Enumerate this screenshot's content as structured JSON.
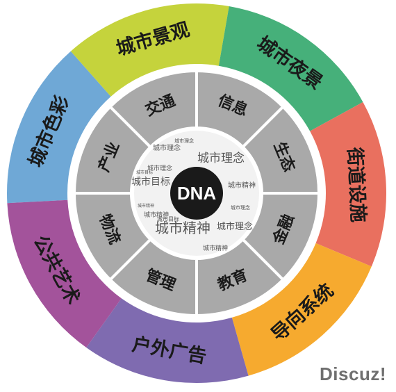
{
  "center": {
    "label": "DNA",
    "color": "#1a1a1a"
  },
  "outer_ring": [
    {
      "label": "城市色彩",
      "color": "#6fa8d6"
    },
    {
      "label": "城市景观",
      "color": "#c5d33c"
    },
    {
      "label": "城市夜景",
      "color": "#46b07a"
    },
    {
      "label": "街道设施",
      "color": "#e9705f"
    },
    {
      "label": "导向系统",
      "color": "#f6aa2f"
    },
    {
      "label": "户外广告",
      "color": "#7f6bb0"
    },
    {
      "label": "公共艺术",
      "color": "#a3539b"
    }
  ],
  "inner_ring": {
    "color": "#a9a9a9",
    "items": [
      {
        "label": "信息"
      },
      {
        "label": "生态"
      },
      {
        "label": "金融"
      },
      {
        "label": "教育"
      },
      {
        "label": "管理"
      },
      {
        "label": "物流"
      },
      {
        "label": "产业"
      },
      {
        "label": "交通"
      }
    ]
  },
  "word_cloud": {
    "background": "#f2f2f2",
    "words": [
      {
        "text": "城市理念",
        "size": 17
      },
      {
        "text": "城市目标",
        "size": 14
      },
      {
        "text": "城市精神",
        "size": 20
      },
      {
        "text": "城市理念",
        "size": 13
      },
      {
        "text": "城市精神",
        "size": 10
      },
      {
        "text": "城市理念",
        "size": 10
      },
      {
        "text": "城市目标",
        "size": 8
      },
      {
        "text": "城市理念",
        "size": 7
      },
      {
        "text": "城市精神",
        "size": 9
      },
      {
        "text": "城市理念",
        "size": 9
      },
      {
        "text": "城市精神",
        "size": 9
      },
      {
        "text": "城市理念",
        "size": 7
      },
      {
        "text": "城市目标",
        "size": 6
      },
      {
        "text": "城市精神",
        "size": 6
      }
    ]
  },
  "watermark": "Discuz!"
}
